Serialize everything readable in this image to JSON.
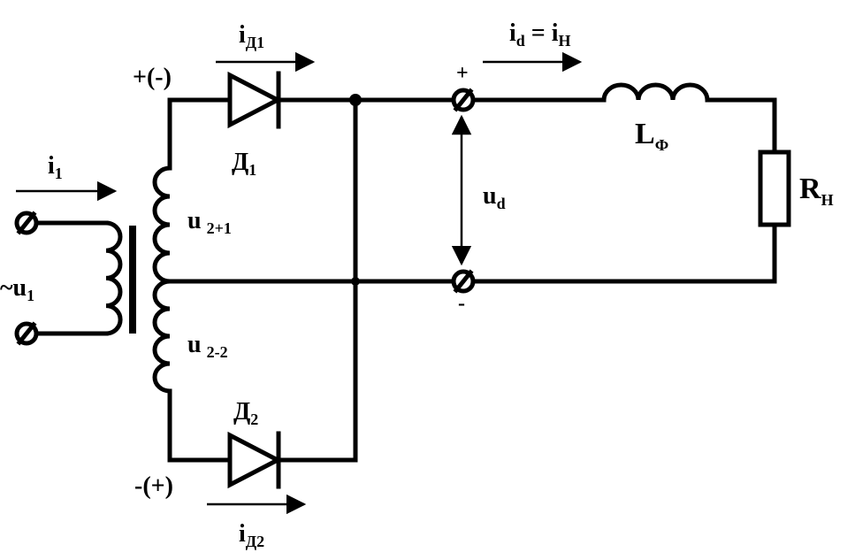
{
  "labels": {
    "i_d1": {
      "main": "i",
      "sub": "Д1"
    },
    "i_d2": {
      "main": "i",
      "sub": "Д2"
    },
    "i_d_eq": {
      "main1": "i",
      "sub1": "d",
      "eq": " = ",
      "main2": "i",
      "sub2": "Н"
    },
    "i1": {
      "main": "i",
      "sub": "1"
    },
    "polarity_top": "+(-)",
    "polarity_bottom": "-(+)",
    "diode1": {
      "main": "Д",
      "sub": "1"
    },
    "diode2": {
      "main": "Д",
      "sub": "2"
    },
    "u21": {
      "main": "u",
      "sub": "2+1"
    },
    "u22": {
      "main": "u",
      "sub": "2-2"
    },
    "u1": {
      "main": "~u",
      "sub": "1"
    },
    "ud": {
      "main": "u",
      "sub": "d"
    },
    "out_plus": "+",
    "out_minus": "-",
    "inductor": {
      "main": "L",
      "sub": "Ф"
    },
    "resistor": {
      "main": "R",
      "sub": "Н"
    }
  },
  "colors": {
    "line": "#000000",
    "background": "#ffffff"
  }
}
